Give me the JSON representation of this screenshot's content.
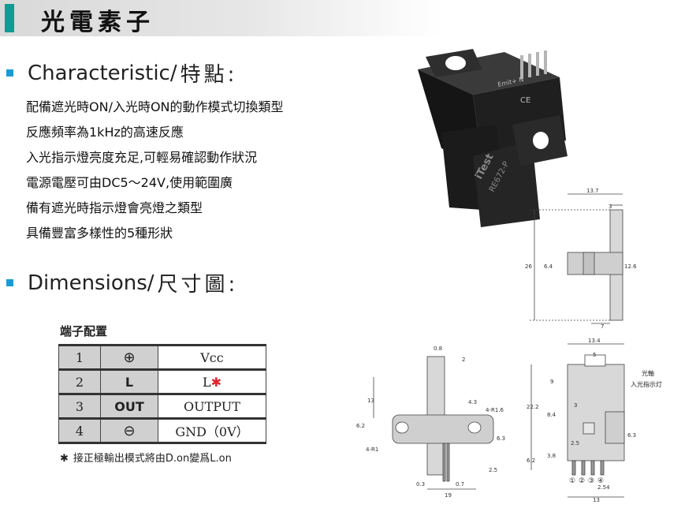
{
  "title": "光電素子",
  "characteristic": {
    "heading_en": "Characteristic/",
    "heading_zh": "特點:",
    "items": [
      "配備遮光時ON/入光時ON的動作模式切換類型",
      "反應頻率為1kHz的高速反應",
      "入光指示燈亮度充足,可輕易確認動作狀況",
      "電源電壓可由DC5～24V,使用範圍廣",
      "備有遮光時指示燈會亮燈之類型",
      "具備豐富多樣性的5種形狀"
    ]
  },
  "dimensions": {
    "heading_en": "Dimensions/",
    "heading_zh": "尺寸圖:"
  },
  "pin_table": {
    "title": "端子配置",
    "rows": [
      {
        "num": "1",
        "symbol": "⊕",
        "func": "Vcc",
        "star": ""
      },
      {
        "num": "2",
        "symbol": "L",
        "func": "L",
        "star": "✱"
      },
      {
        "num": "3",
        "symbol": "OUT",
        "func": "OUTPUT",
        "star": ""
      },
      {
        "num": "4",
        "symbol": "⊖",
        "func": "GND（0V）",
        "star": ""
      }
    ]
  },
  "note": {
    "mark": "✱",
    "text": "接正極輸出模式將由D.on變爲L.on"
  },
  "product_photo": {
    "label_top": "Emit+ N",
    "brand": "iTest",
    "model": "RE672-P",
    "ce_mark": "CE"
  },
  "drawing_side": {
    "dims": {
      "width_total": "13.7",
      "tab": "3",
      "height": "26",
      "left_inner": "6.4",
      "right_inner": "12.6",
      "bottom": "7"
    }
  },
  "drawing_front": {
    "dims": {
      "top_width": "0.8",
      "pin_dim": "2",
      "height_13": "13",
      "tab_4_3": "4.3",
      "hole_r": "4-R1.6",
      "left_6_2": "6.2",
      "right_6_3": "6.3",
      "corner_r": "4-R1",
      "pin_2_5": "2.5",
      "pin_0_3": "0.3",
      "pin_0_7": "0.7",
      "width_19": "19"
    }
  },
  "drawing_top": {
    "dims": {
      "width_13_4": "13.4",
      "slot_5": "5",
      "dim_9": "9",
      "dim_22_2": "22.2",
      "dim_8_4": "8.4",
      "dim_3": "3",
      "dim_2_5": "2.5",
      "dim_3_8": "3.8",
      "dim_6_2": "6.2",
      "dim_6_3": "6.3",
      "pitch_2_54": "2.54",
      "width_13": "13"
    },
    "labels": {
      "optical_axis": "光軸",
      "indicator": "入光指示灯"
    },
    "pins": [
      "①",
      "②",
      "③",
      "④"
    ]
  }
}
